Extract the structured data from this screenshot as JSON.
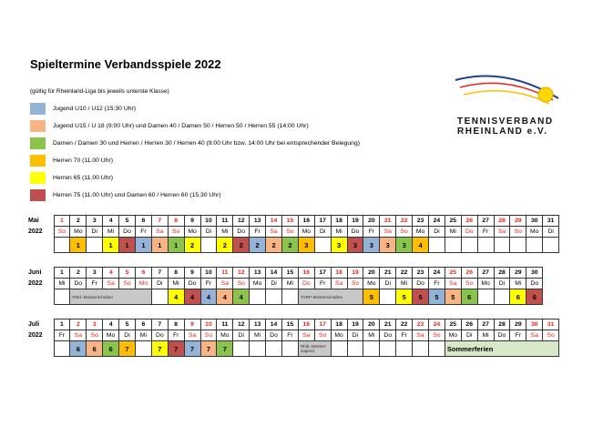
{
  "title": "Spieltermine Verbandsspiele 2022",
  "subtitle": "(gültig für Rheinland-Liga bis jeweils unterste Klasse)",
  "colors": {
    "c1": "#95b3d7",
    "c2": "#f8b483",
    "c3": "#8ac44a",
    "c4": "#ffbf00",
    "c5": "#ffff00",
    "c6": "#c0504d",
    "red": "#e8231b",
    "sommer": "#d6e8c8",
    "gray": "#c8c8c8"
  },
  "legend": [
    {
      "color_key": "c1",
      "label": "Jugend U10 / U12 (15:30 Uhr)"
    },
    {
      "color_key": "c2",
      "label": "Jugend U15 / U 18 (9:00 Uhr) und Damen 40 / Damen 50  / Herren 50 / Herren 55 (14:00 Uhr)"
    },
    {
      "color_key": "c3",
      "label": "Damen / Damen 30 und Herren / Herren 30 / Herren 40 (9:00 Uhr bzw. 14:00 Uhr bei entsprechender Belegung)"
    },
    {
      "color_key": "c4",
      "label": "Herren 70 (11.00 Uhr)"
    },
    {
      "color_key": "c5",
      "label": "Herren 65 (11.00 Uhr)"
    },
    {
      "color_key": "c6",
      "label": "Herren 75 (11.00 Uhr) und Damen 60 / Herren 60 (15.30 Uhr)"
    }
  ],
  "logo": {
    "line1": "TENNISVERBAND",
    "line2": "RHEINLAND e.V."
  },
  "months": [
    {
      "name": "Mai",
      "year": "2022",
      "days": 31,
      "weekdays": [
        "So",
        "Mo",
        "Di",
        "Mi",
        "Do",
        "Fr",
        "Sa",
        "So",
        "Mo",
        "Di",
        "Mi",
        "Do",
        "Fr",
        "Sa",
        "So",
        "Mo",
        "Di",
        "Mi",
        "Do",
        "Fr",
        "Sa",
        "So",
        "Mo",
        "Di",
        "Mi",
        "Do",
        "Fr",
        "Sa",
        "So",
        "Mo",
        "Di"
      ],
      "red_days": [
        1,
        7,
        8,
        14,
        15,
        21,
        22,
        26,
        28,
        29
      ],
      "events": {
        "2": [
          "1",
          "c4"
        ],
        "4": [
          "1",
          "c5"
        ],
        "5": [
          "1",
          "c6"
        ],
        "6": [
          "1",
          "c1"
        ],
        "7": [
          "1",
          "c2"
        ],
        "8": [
          "1",
          "c3"
        ],
        "9": [
          "2",
          "c5"
        ],
        "11": [
          "2",
          "c5"
        ],
        "12": [
          "2",
          "c6"
        ],
        "13": [
          "2",
          "c1"
        ],
        "14": [
          "2",
          "c2"
        ],
        "15": [
          "2",
          "c3"
        ],
        "16": [
          "3",
          "c4"
        ],
        "18": [
          "3",
          "c5"
        ],
        "19": [
          "3",
          "c6"
        ],
        "20": [
          "3",
          "c1"
        ],
        "21": [
          "3",
          "c2"
        ],
        "22": [
          "3",
          "c3"
        ],
        "23": [
          "4",
          "c4"
        ]
      },
      "notes": []
    },
    {
      "name": "Juni",
      "year": "2022",
      "days": 30,
      "weekdays": [
        "Mi",
        "Do",
        "Fr",
        "Sa",
        "So",
        "Mo",
        "Di",
        "Mi",
        "Do",
        "Fr",
        "Sa",
        "So",
        "Mo",
        "Di",
        "Mi",
        "Do",
        "Fr",
        "Sa",
        "So",
        "Mo",
        "Di",
        "Mi",
        "Do",
        "Fr",
        "Sa",
        "So",
        "Mo",
        "Di",
        "Mi",
        "Do"
      ],
      "red_days": [
        4,
        5,
        6,
        11,
        12,
        16,
        18,
        19,
        25,
        26
      ],
      "events": {
        "8": [
          "4",
          "c5"
        ],
        "9": [
          "4",
          "c6"
        ],
        "10": [
          "4",
          "c1"
        ],
        "11": [
          "4",
          "c2"
        ],
        "12": [
          "4",
          "c3"
        ],
        "20": [
          "5",
          "c4"
        ],
        "22": [
          "5",
          "c5"
        ],
        "23": [
          "5",
          "c6"
        ],
        "24": [
          "5",
          "c1"
        ],
        "25": [
          "5",
          "c2"
        ],
        "26": [
          "6",
          "c3"
        ],
        "29": [
          "6",
          "c5"
        ],
        "30": [
          "6",
          "c6"
        ]
      },
      "notes": [
        {
          "start": 2,
          "span": 5,
          "text": "Rhld.-Meisterschaften"
        },
        {
          "start": 16,
          "span": 4,
          "text": "TVRP-Meisterschaften"
        }
      ]
    },
    {
      "name": "Juli",
      "year": "2022",
      "days": 31,
      "weekdays": [
        "Fr",
        "Sa",
        "So",
        "Mo",
        "Di",
        "Mi",
        "Do",
        "Fr",
        "Sa",
        "So",
        "Mo",
        "Di",
        "Mi",
        "Do",
        "Fr",
        "Sa",
        "So",
        "Mo",
        "Di",
        "Mi",
        "Do",
        "Fr",
        "Sa",
        "So",
        "Mo",
        "Di",
        "Mi",
        "Do",
        "Fr",
        "Sa",
        "So"
      ],
      "red_days": [
        2,
        3,
        9,
        10,
        16,
        17,
        23,
        24,
        30,
        31
      ],
      "events": {
        "2": [
          "6",
          "c1"
        ],
        "3": [
          "6",
          "c2"
        ],
        "4": [
          "6",
          "c3"
        ],
        "5": [
          "7",
          "c4"
        ],
        "7": [
          "7",
          "c5"
        ],
        "8": [
          "7",
          "c6"
        ],
        "9": [
          "7",
          "c1"
        ],
        "10": [
          "7",
          "c2"
        ],
        "11": [
          "7",
          "c3"
        ]
      },
      "notes": [
        {
          "start": 16,
          "span": 2,
          "text": "Rhld.-Meister-Jugend"
        }
      ],
      "sommer": {
        "start": 25,
        "text": "Sommerferien"
      }
    }
  ]
}
